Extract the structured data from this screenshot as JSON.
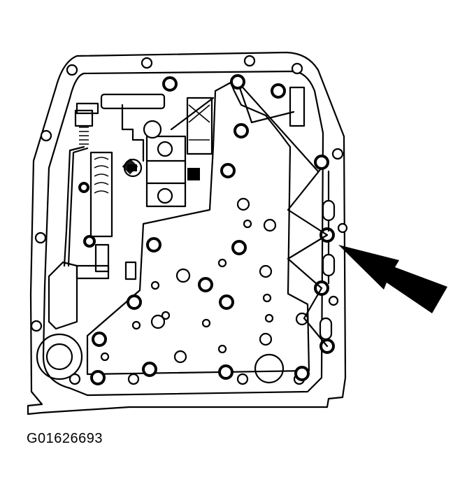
{
  "figure": {
    "subject": "transmission valve body with oil pan gasket outline",
    "caption": "G01626693",
    "callout_arrow": {
      "direction": "pointing up-left",
      "color": "#000000"
    }
  }
}
